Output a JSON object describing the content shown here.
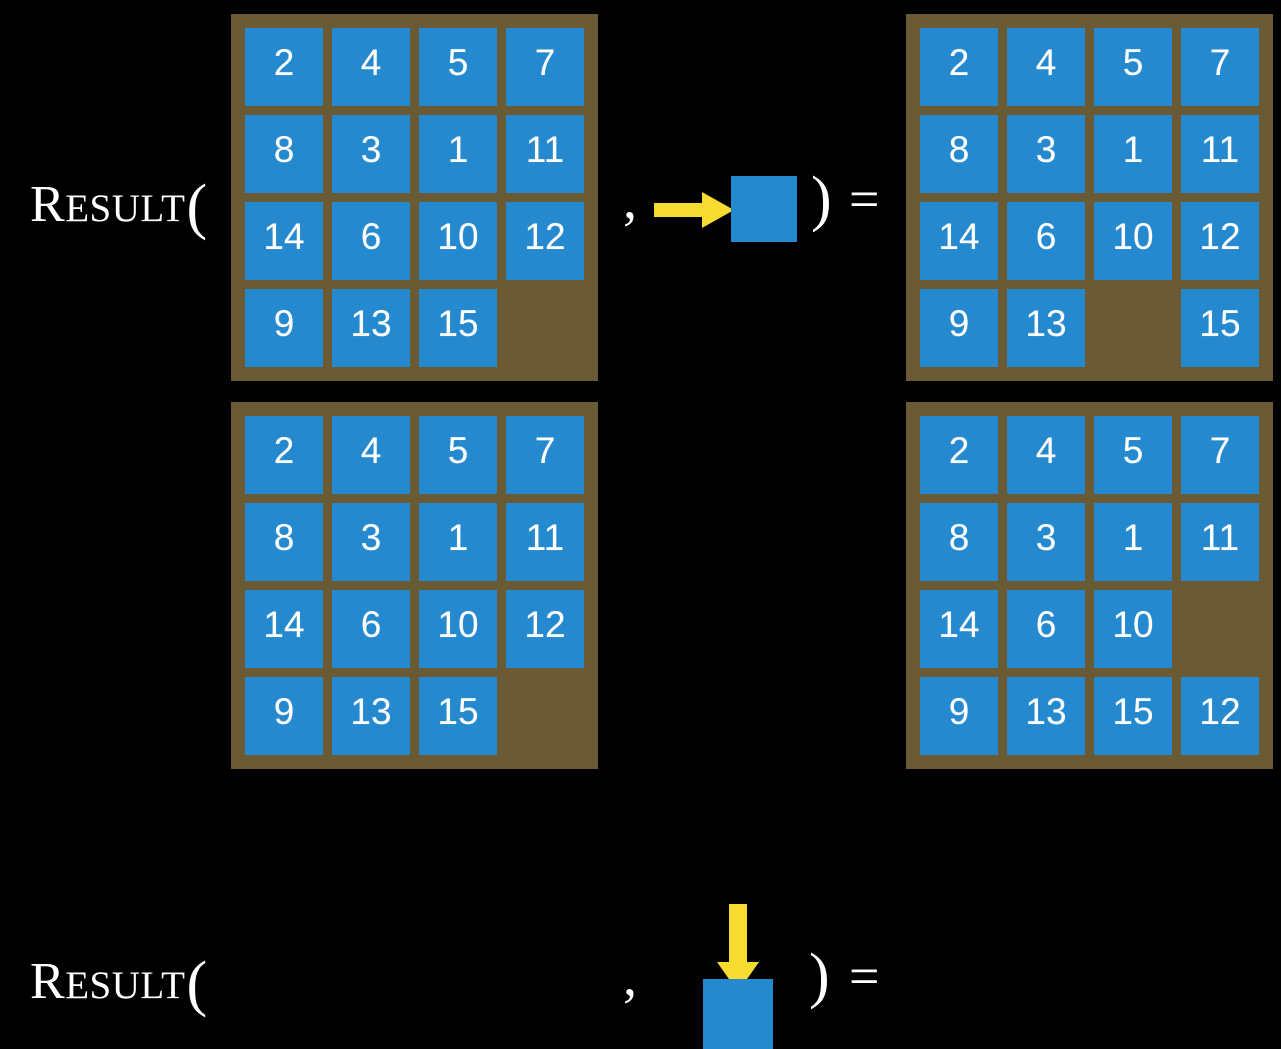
{
  "colors": {
    "background": "#000000",
    "board_frame": "#6B5B34",
    "tile": "#2489CE",
    "tile_text": "#FFFFFF",
    "arrow": "#F6DC30",
    "label_text": "#FFFFFF"
  },
  "rows": [
    {
      "id": "row-1",
      "label": {
        "cap": "R",
        "smallcaps": "ESULT",
        "paren": "("
      },
      "comma": ",",
      "close_paren": ")",
      "equals": "=",
      "action": {
        "arrow_direction": "right",
        "arrow_icon": "arrow-right-icon",
        "tile_label": ""
      },
      "input_board": {
        "name": "input-board-row-1",
        "rows": [
          [
            "2",
            "4",
            "5",
            "7"
          ],
          [
            "8",
            "3",
            "1",
            "11"
          ],
          [
            "14",
            "6",
            "10",
            "12"
          ],
          [
            "9",
            "13",
            "15",
            ""
          ]
        ]
      },
      "output_board": {
        "name": "output-board-row-1",
        "rows": [
          [
            "2",
            "4",
            "5",
            "7"
          ],
          [
            "8",
            "3",
            "1",
            "11"
          ],
          [
            "14",
            "6",
            "10",
            "12"
          ],
          [
            "9",
            "13",
            "",
            "15"
          ]
        ]
      }
    },
    {
      "id": "row-2",
      "label": {
        "cap": "R",
        "smallcaps": "ESULT",
        "paren": "("
      },
      "comma": ",",
      "close_paren": ")",
      "equals": "=",
      "action": {
        "arrow_direction": "down",
        "arrow_icon": "arrow-down-icon",
        "tile_label": ""
      },
      "input_board": {
        "name": "input-board-row-2",
        "rows": [
          [
            "2",
            "4",
            "5",
            "7"
          ],
          [
            "8",
            "3",
            "1",
            "11"
          ],
          [
            "14",
            "6",
            "10",
            "12"
          ],
          [
            "9",
            "13",
            "15",
            ""
          ]
        ]
      },
      "output_board": {
        "name": "output-board-row-2",
        "rows": [
          [
            "2",
            "4",
            "5",
            "7"
          ],
          [
            "8",
            "3",
            "1",
            "11"
          ],
          [
            "14",
            "6",
            "10",
            ""
          ],
          [
            "9",
            "13",
            "15",
            "12"
          ]
        ]
      }
    }
  ]
}
